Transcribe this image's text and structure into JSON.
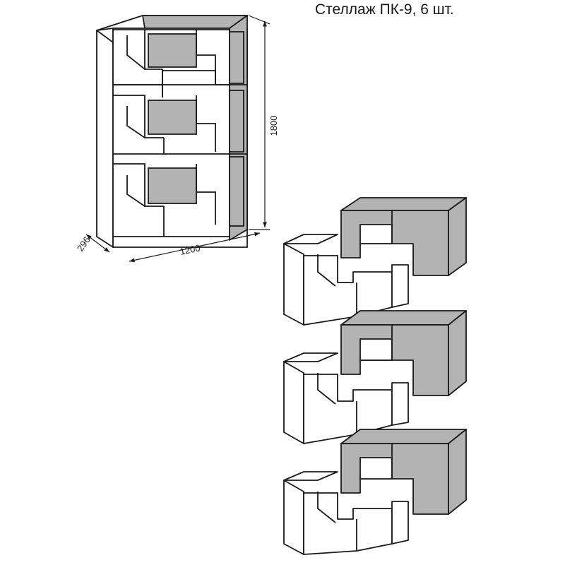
{
  "title": "Стеллаж ПК-9, 6 шт.",
  "dimensions": {
    "height": "1800",
    "width": "1200",
    "depth": "296"
  },
  "colors": {
    "line": "#1a1a1a",
    "fill_light": "#ffffff",
    "fill_grey": "#b3b3b3"
  }
}
